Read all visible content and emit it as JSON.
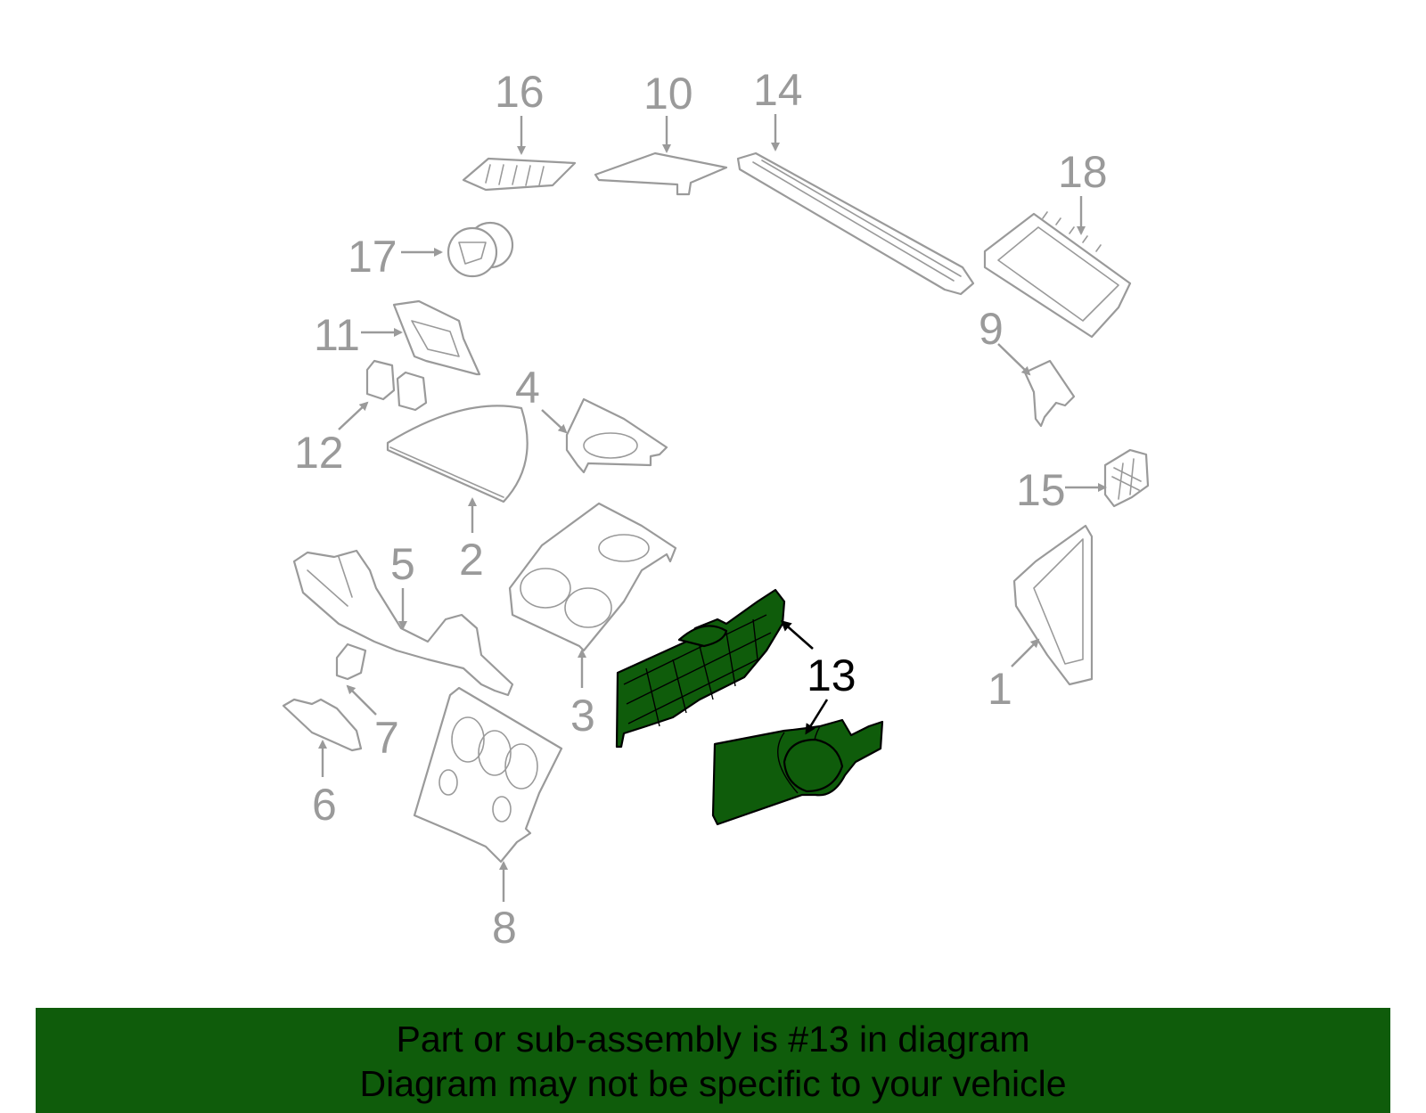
{
  "callouts": {
    "c1": "1",
    "c2": "2",
    "c3": "3",
    "c4": "4",
    "c5": "5",
    "c6": "6",
    "c7": "7",
    "c8": "8",
    "c9": "9",
    "c10": "10",
    "c11": "11",
    "c12": "12",
    "c13": "13",
    "c14": "14",
    "c15": "15",
    "c16": "16",
    "c17": "17",
    "c18": "18"
  },
  "highlight_color": "#0f5c0b",
  "banner": {
    "line1": "Part or sub-assembly is #13 in diagram",
    "line2": "Diagram may not be specific to your vehicle"
  }
}
